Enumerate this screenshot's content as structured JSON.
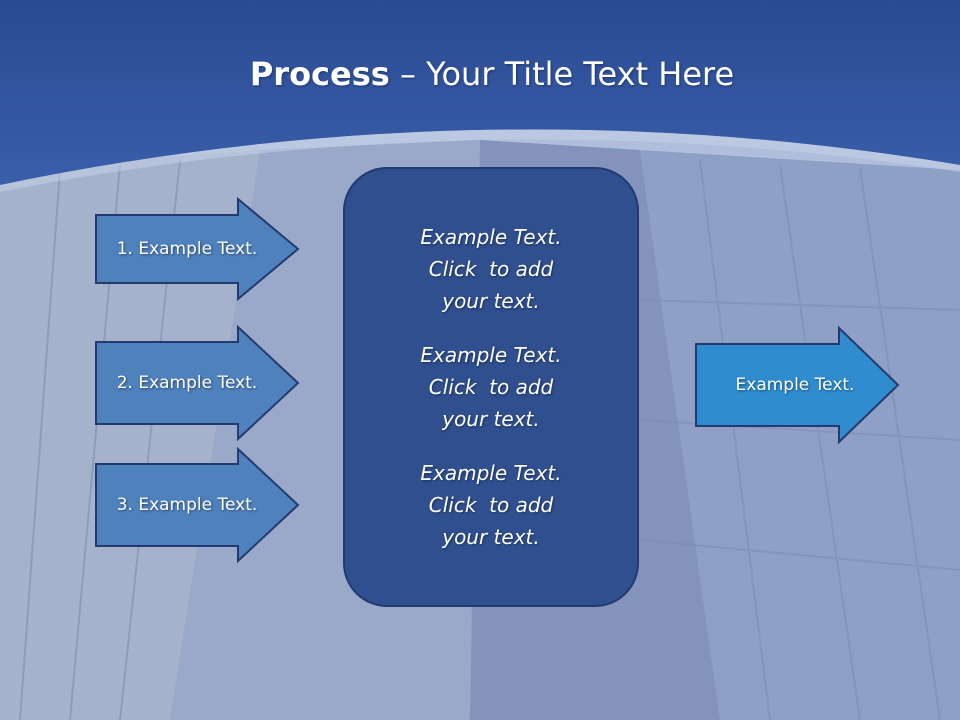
{
  "slide": {
    "title_bold": "Process",
    "title_rest": " – Your Title Text Here"
  },
  "inputs": [
    {
      "label": "1. Example Text."
    },
    {
      "label": "2. Example Text."
    },
    {
      "label": "3. Example Text."
    }
  ],
  "center": {
    "blocks": [
      {
        "line1": "Example Text.",
        "line2": "Click  to add",
        "line3": "your text."
      },
      {
        "line1": "Example Text.",
        "line2": "Click  to add",
        "line3": "your text."
      },
      {
        "line1": "Example Text.",
        "line2": "Click  to add",
        "line3": "your text."
      }
    ]
  },
  "output": {
    "label": "Example Text."
  },
  "colors": {
    "header": "#2f52a0",
    "input_arrow": "#4f81bd",
    "output_arrow": "#2e8ccf",
    "center_box": "#2f4f8f",
    "outline": "#223a6f"
  }
}
